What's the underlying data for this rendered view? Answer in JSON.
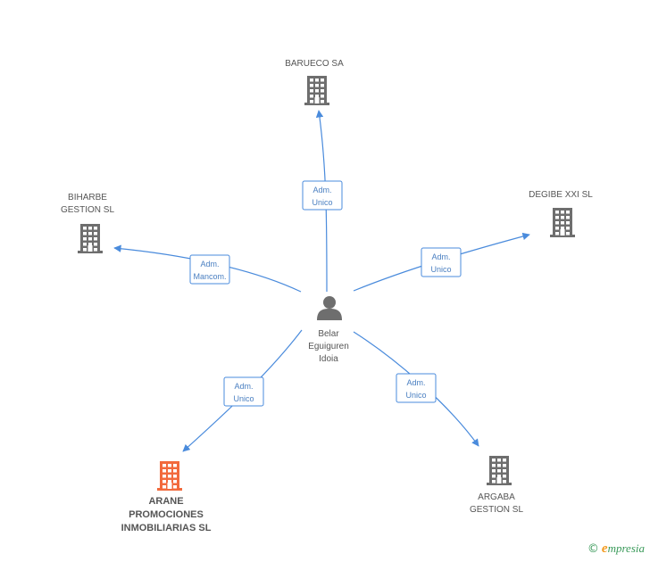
{
  "center": {
    "name_lines": [
      "Belar",
      "Eguiguren",
      "Idoia"
    ],
    "icon": "person-icon"
  },
  "companies": [
    {
      "id": "barueco",
      "name_lines": [
        "BARUECO SA"
      ],
      "role_lines": [
        "Adm.",
        "Unico"
      ],
      "color": "#6e6e6e",
      "highlight": false
    },
    {
      "id": "biharbe",
      "name_lines": [
        "BIHARBE",
        "GESTION SL"
      ],
      "role_lines": [
        "Adm.",
        "Mancom."
      ],
      "color": "#6e6e6e",
      "highlight": false
    },
    {
      "id": "degibe",
      "name_lines": [
        "DEGIBE XXI SL"
      ],
      "role_lines": [
        "Adm.",
        "Unico"
      ],
      "color": "#6e6e6e",
      "highlight": false
    },
    {
      "id": "arane",
      "name_lines": [
        "ARANE",
        "PROMOCIONES",
        "INMOBILIARIAS SL"
      ],
      "role_lines": [
        "Adm.",
        "Unico"
      ],
      "color": "#f26a3d",
      "highlight": true
    },
    {
      "id": "argaba",
      "name_lines": [
        "ARGABA",
        "GESTION SL"
      ],
      "role_lines": [
        "Adm.",
        "Unico"
      ],
      "color": "#6e6e6e",
      "highlight": false
    }
  ],
  "icons": {
    "company": "building-icon",
    "arrow": "arrowhead-icon"
  },
  "colors": {
    "edge": "#4a8bdc",
    "person": "#6e6e6e"
  },
  "footer": {
    "symbol": "©",
    "brand_first": "e",
    "brand_rest": "mpresia"
  }
}
